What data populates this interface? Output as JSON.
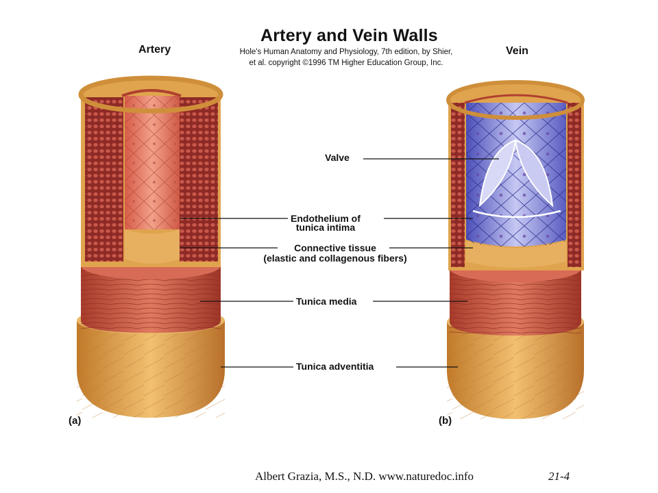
{
  "figure": {
    "title": "Artery and Vein Walls",
    "credit_line1": "Hole's Human Anatomy and Physiology, 7th edition, by Shier,",
    "credit_line2": "et al. copyright ©1996 TM Higher Education Group, Inc.",
    "artery_heading": "Artery",
    "vein_heading": "Vein",
    "panel_a": "(a)",
    "panel_b": "(b)"
  },
  "labels": {
    "valve": "Valve",
    "endothelium_1": "Endothelium of",
    "endothelium_2": "tunica intima",
    "connective_1": "Connective tissue",
    "connective_2": "(elastic and collagenous fibers)",
    "media": "Tunica media",
    "adventitia": "Tunica adventitia"
  },
  "footer": {
    "author": "Albert Grazia, M.S., N.D.   www.naturedoc.info",
    "slide_number": "21-4"
  },
  "colors": {
    "adventitia": "#e3a94e",
    "media": "#c9573f",
    "artery_endothelium": "#e07a64",
    "vein_endothelium": "#7b7fd6",
    "elastic_layer": "#a8362e"
  }
}
